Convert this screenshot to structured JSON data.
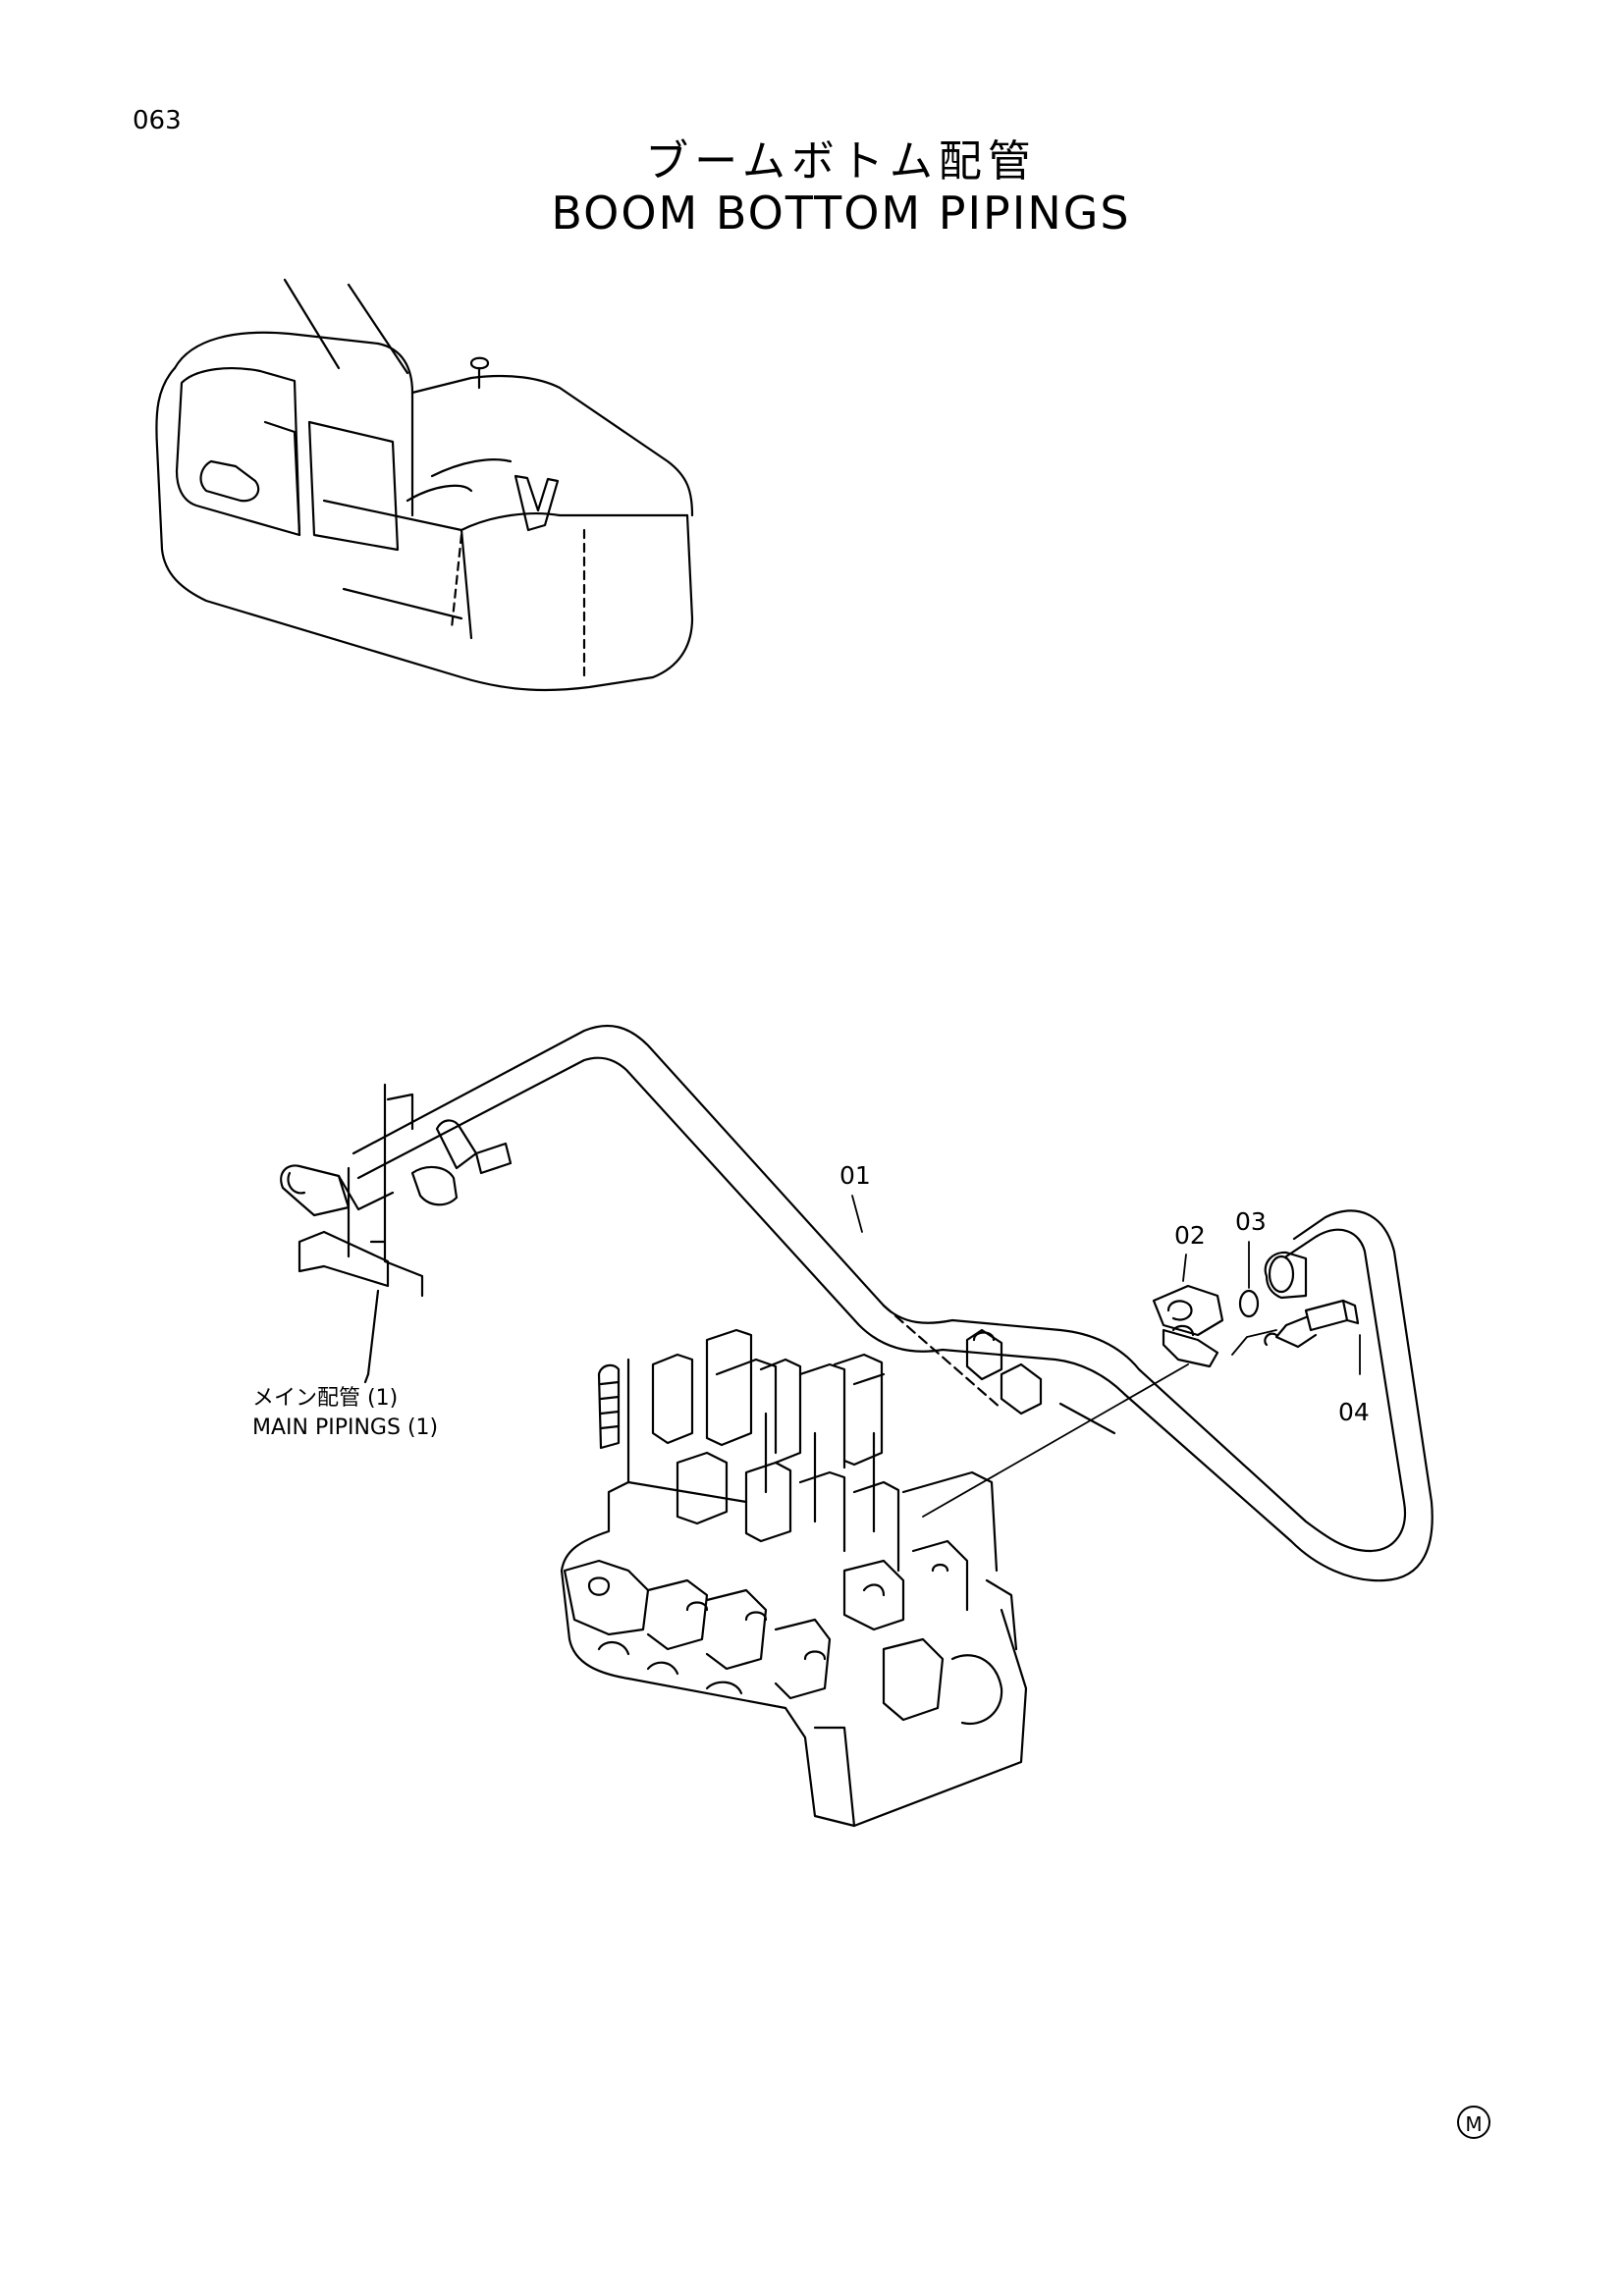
{
  "page": {
    "number": "063"
  },
  "title": {
    "japanese": "ブームボトム配管",
    "english": "BOOM BOTTOM PIPINGS"
  },
  "callouts": [
    {
      "id": "part-01",
      "label": "01"
    },
    {
      "id": "part-02",
      "label": "02"
    },
    {
      "id": "part-03",
      "label": "03"
    },
    {
      "id": "part-04",
      "label": "04"
    }
  ],
  "reference": {
    "japanese": "メイン配管 (1)",
    "english": "MAIN PIPINGS (1)"
  },
  "mark": "M"
}
